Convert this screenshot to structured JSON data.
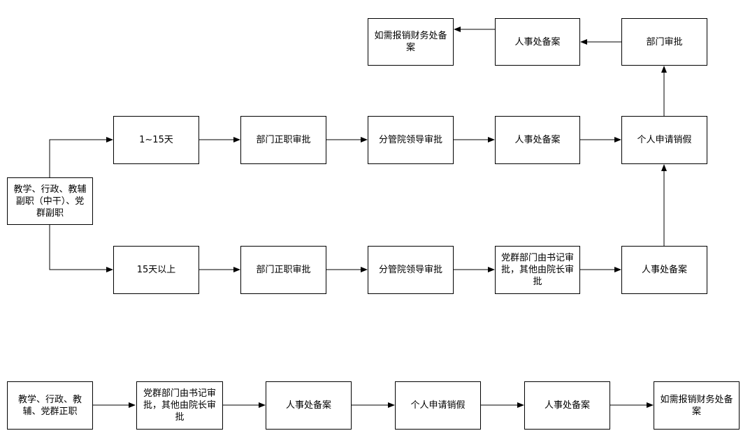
{
  "nodes": {
    "top_finance": "如需报销财务处备案",
    "top_hr": "人事处备案",
    "top_dept": "部门审批",
    "left_start": "教学、行政、教辅副职（中干）、党群副职",
    "r1_days": "1~15天",
    "r1_dept_head": "部门正职审批",
    "r1_vice_leader": "分管院领导审批",
    "r1_hr": "人事处备案",
    "r1_cancel": "个人申请销假",
    "r2_days": "15天以上",
    "r2_dept_head": "部门正职审批",
    "r2_vice_leader": "分管院领导审批",
    "r2_party": "党群部门由书记审批，其他由院长审批",
    "r2_hr": "人事处备案",
    "b_start": "教学、行政、教辅、党群正职",
    "b_party": "党群部门由书记审批，其他由院长审批",
    "b_hr1": "人事处备案",
    "b_cancel": "个人申请销假",
    "b_hr2": "人事处备案",
    "b_finance": "如需报销财务处备案"
  }
}
